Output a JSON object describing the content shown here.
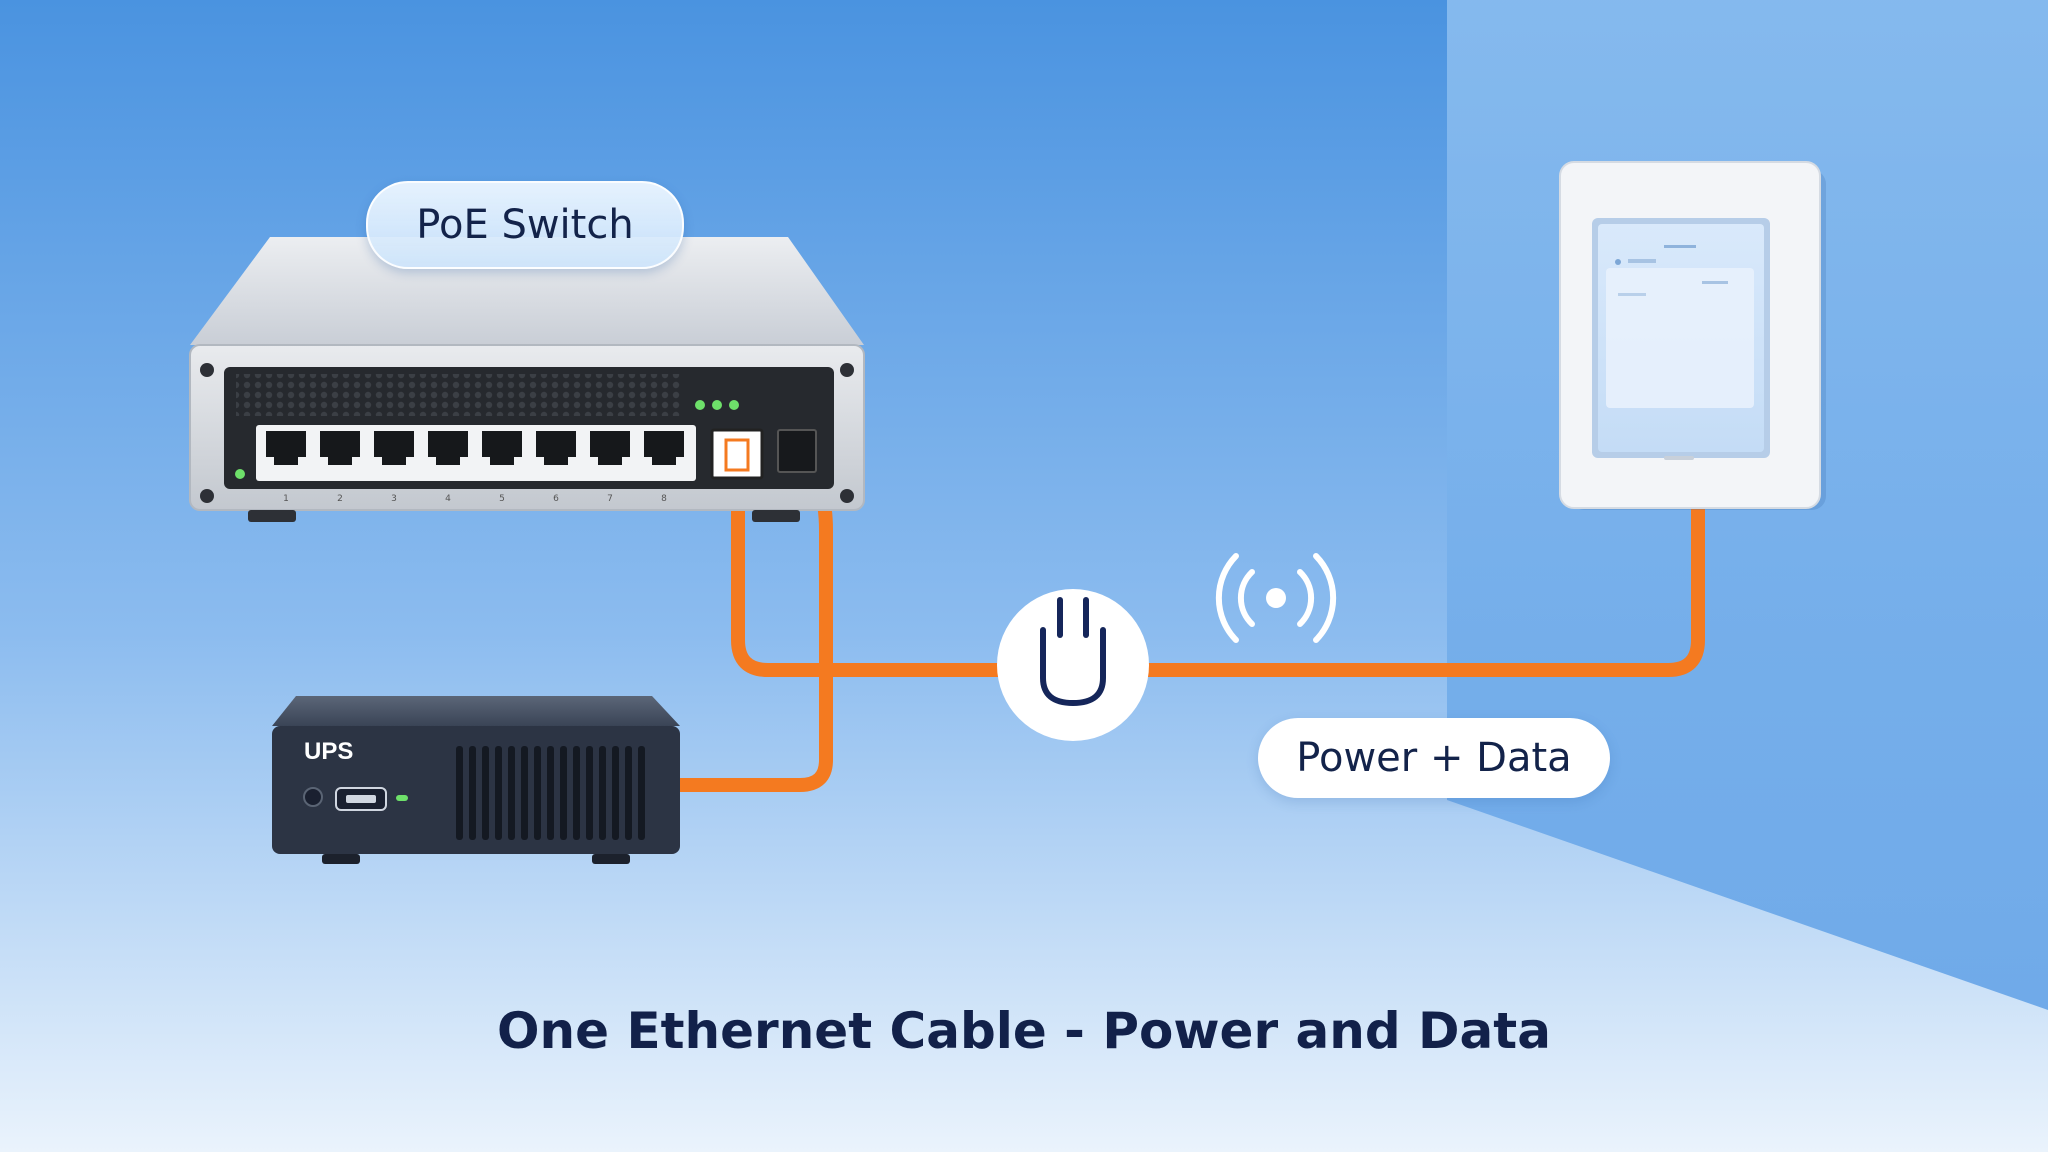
{
  "labels": {
    "switch": "PoE Switch",
    "power_data": "Power + Data",
    "caption": "One Ethernet Cable - Power and Data",
    "ups": "UPS"
  },
  "switch": {
    "port_numbers": [
      "1",
      "2",
      "3",
      "4",
      "5",
      "6",
      "7",
      "8"
    ],
    "status_led_count": 3
  },
  "icons": {
    "center": "power-plug-icon",
    "signal": "wireless-signal-icon"
  },
  "colors": {
    "cable": "#f47a20",
    "background_top": "#4a93e0",
    "background_bottom": "#eaf3fc",
    "caption": "#12214a",
    "led": "#6ee06a"
  }
}
